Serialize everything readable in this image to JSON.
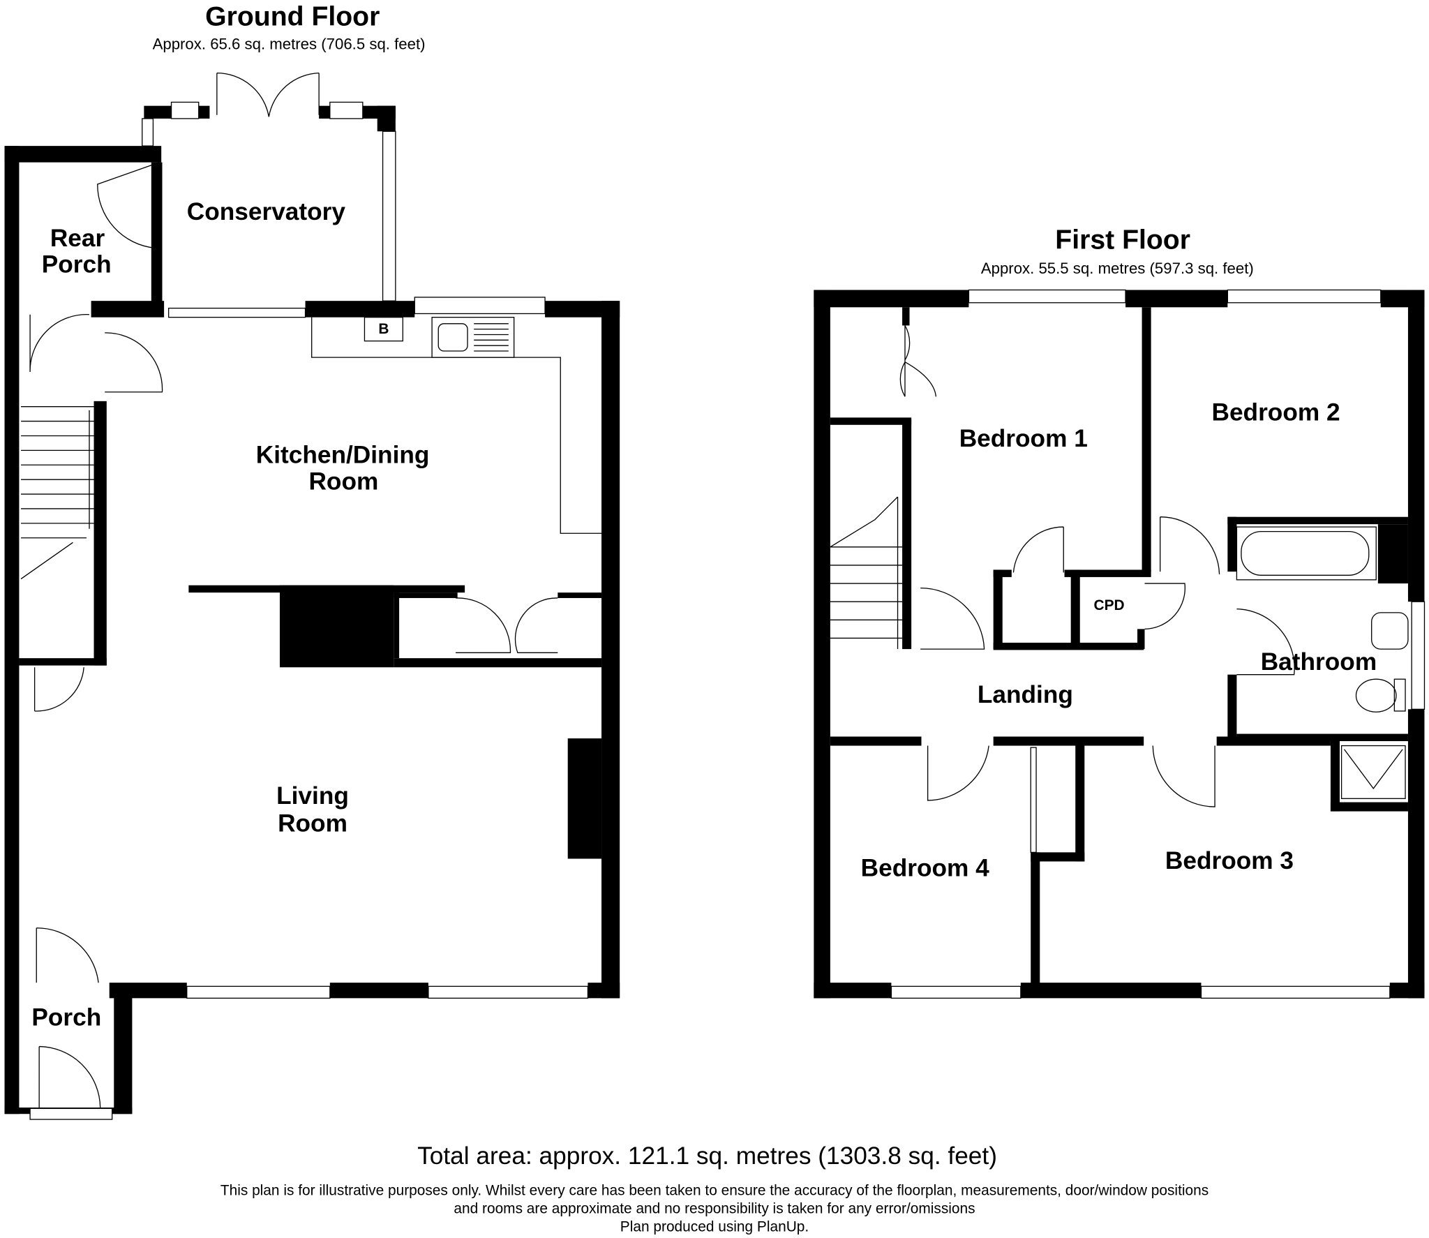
{
  "ground_floor": {
    "title": "Ground Floor",
    "area": "Approx. 65.6 sq. metres (706.5 sq. feet)",
    "rooms": {
      "conservatory": "Conservatory",
      "rear_porch_1": "Rear",
      "rear_porch_2": "Porch",
      "kitchen_1": "Kitchen/Dining",
      "kitchen_2": "Room",
      "living_1": "Living",
      "living_2": "Room",
      "porch": "Porch",
      "boiler": "B"
    }
  },
  "first_floor": {
    "title": "First Floor",
    "area": "Approx. 55.5 sq. metres (597.3 sq. feet)",
    "rooms": {
      "bedroom1": "Bedroom 1",
      "bedroom2": "Bedroom 2",
      "bedroom3": "Bedroom 3",
      "bedroom4": "Bedroom 4",
      "bathroom": "Bathroom",
      "landing": "Landing",
      "cpd": "CPD"
    }
  },
  "footer": {
    "total": "Total area: approx. 121.1 sq. metres (1303.8 sq. feet)",
    "disclaimer_1": "This plan is for illustrative purposes only. Whilst every care has been taken to ensure the accuracy of the floorplan, measurements, door/window positions",
    "disclaimer_2": "and rooms are approximate and no responsibility is taken for any error/omissions",
    "disclaimer_3": "Plan produced using PlanUp."
  }
}
